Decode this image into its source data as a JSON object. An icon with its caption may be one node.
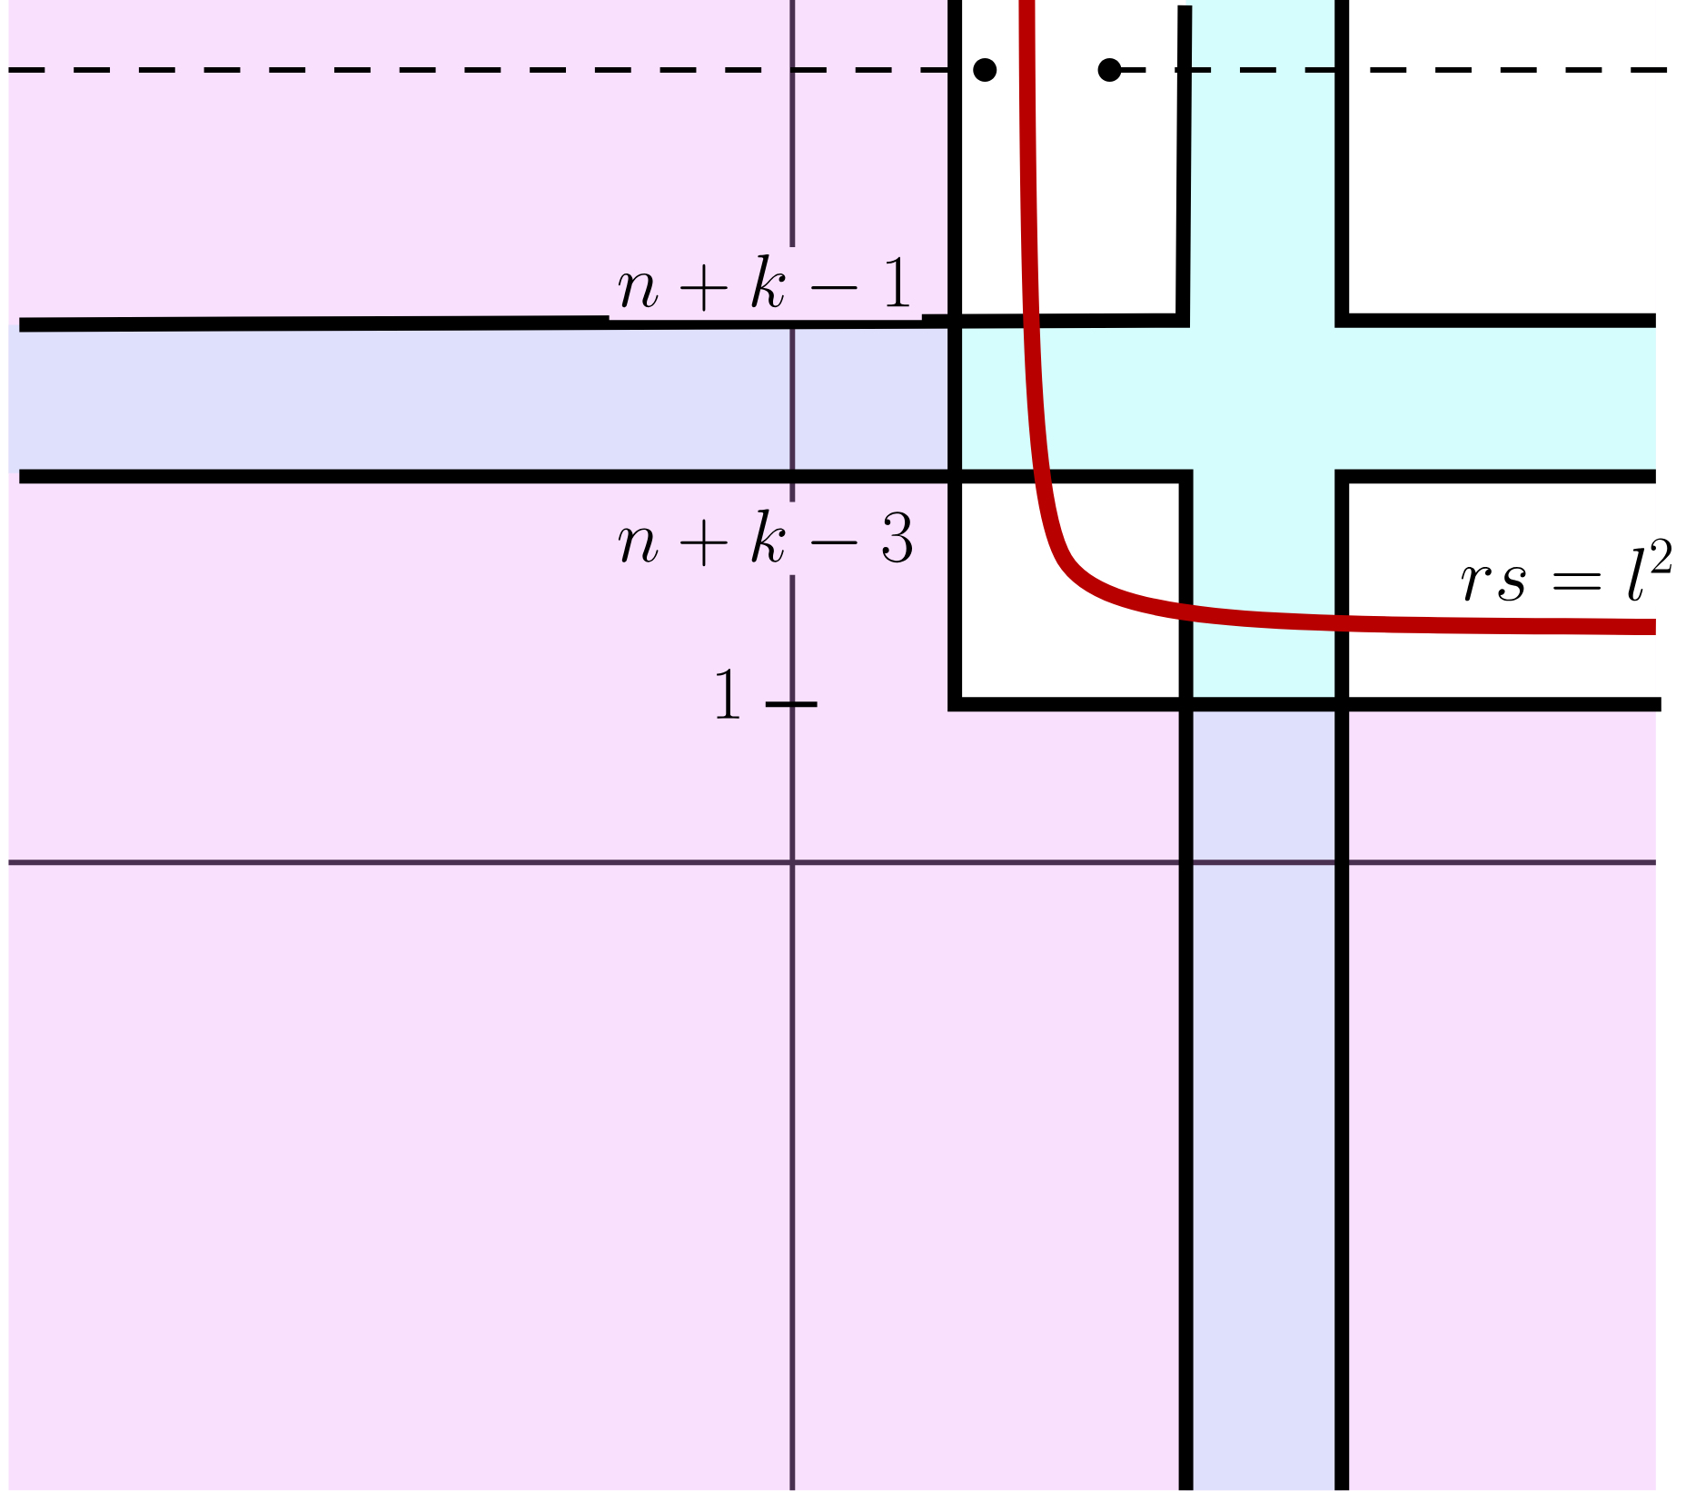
{
  "diagram": {
    "labels": [
      "n+k-1",
      "n+k-3",
      "1",
      "rs=l^2"
    ]
  }
}
